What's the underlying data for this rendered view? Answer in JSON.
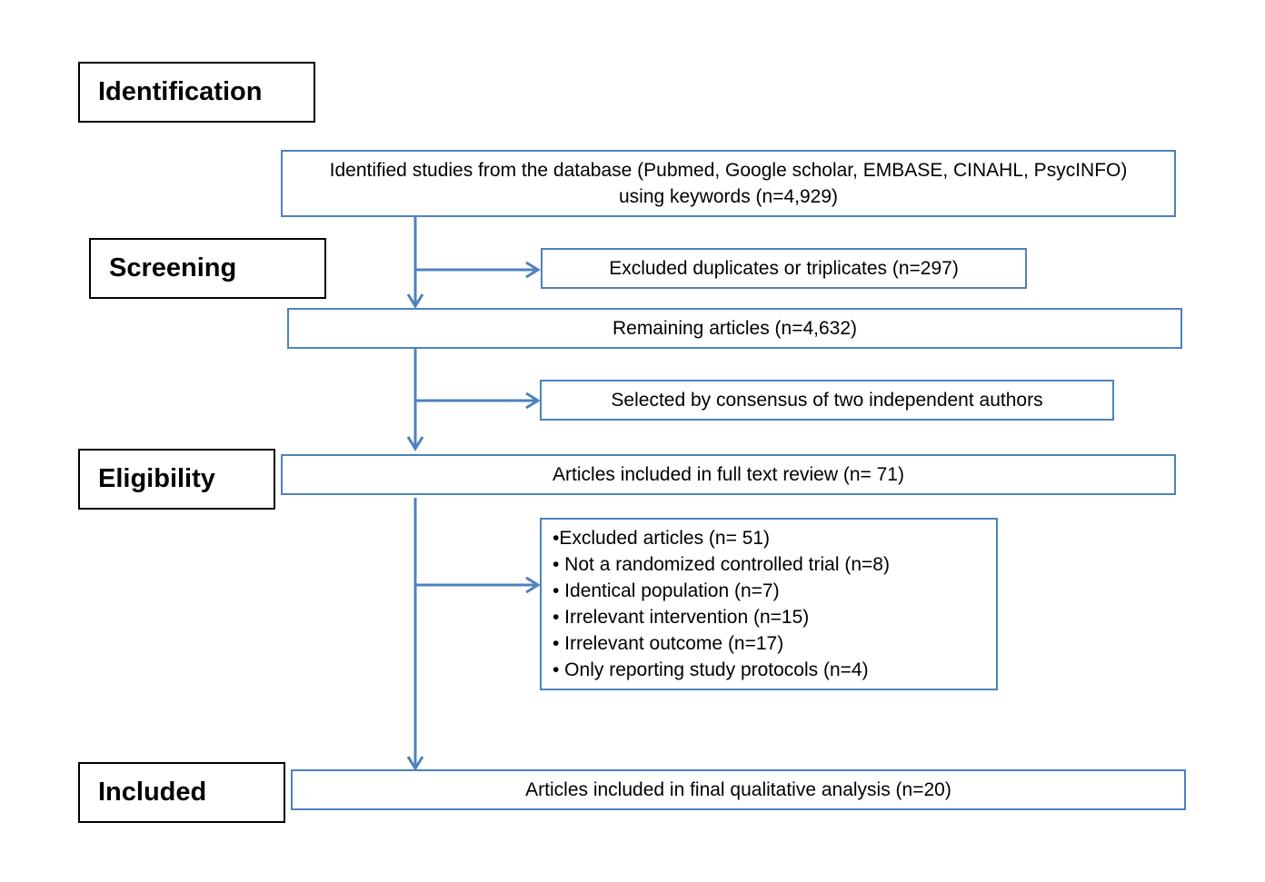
{
  "stages": {
    "identification": "Identification",
    "screening": "Screening",
    "eligibility": "Eligibility",
    "included": "Included"
  },
  "boxes": {
    "identified": {
      "line1": "Identified studies from the database (Pubmed, Google scholar, EMBASE, CINAHL, PsycINFO)",
      "line2": "using keywords (n=4,929)"
    },
    "excluded_duplicates": "Excluded duplicates or triplicates (n=297)",
    "remaining": "Remaining articles (n=4,632)",
    "selected_consensus": "Selected by consensus of two independent authors",
    "full_text_review": "Articles included in full text review (n= 71)",
    "excluded_list": [
      "•Excluded articles (n= 51)",
      "• Not a randomized controlled trial (n=8)",
      "• Identical population (n=7)",
      "• Irrelevant intervention (n=15)",
      "• Irrelevant outcome (n=17)",
      "• Only reporting study protocols (n=4)"
    ],
    "final_analysis": "Articles included in final qualitative analysis (n=20)"
  },
  "colors": {
    "box_border": "#4f81bd",
    "arrow": "#4f81bd",
    "stage_border": "#000000"
  }
}
